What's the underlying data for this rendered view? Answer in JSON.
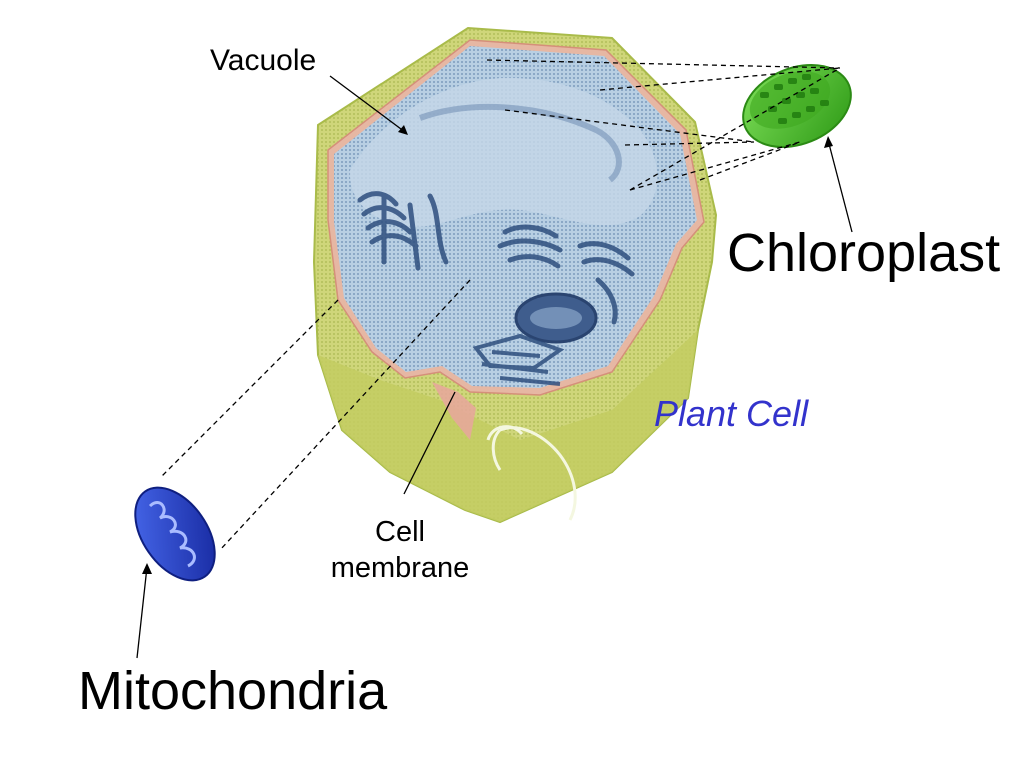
{
  "labels": {
    "vacuole": "Vacuole",
    "chloroplast": "Chloroplast",
    "plant_cell": "Plant Cell",
    "cell_membrane_line1": "Cell",
    "cell_membrane_line2": "membrane",
    "mitochondria": "Mitochondria"
  },
  "colors": {
    "plant_cell_label": "#3333cc",
    "cell_wall": "#c9d36a",
    "cell_wall_dark": "#a8b84a",
    "cell_interior": "#a9c4dc",
    "organelle_blue": "#3e5f93",
    "chloroplast": "#4fbf2c",
    "mitochondria": "#2345c0"
  }
}
